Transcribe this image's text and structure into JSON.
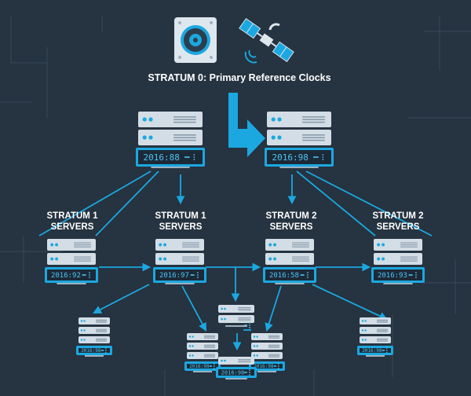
{
  "title": "STRATUM 0: Primary Reference Clocks",
  "labels": [
    {
      "line1": "STRATUM 1",
      "line2": "SERVERS"
    },
    {
      "line1": "STRATUM 1",
      "line2": "SERVERS"
    },
    {
      "line1": "STRATUM 2",
      "line2": "SERVERS"
    },
    {
      "line1": "STRATUM 2",
      "line2": "SERVERS"
    }
  ],
  "displays": {
    "stratum0_left": "2016:88",
    "stratum0_right": "2016:98",
    "tier_1a": "2016:92",
    "tier_1b": "2016:97",
    "tier_2a": "2016:58",
    "tier_2b": "2016:93",
    "bottom_left": "2016:98",
    "bottom_right": "2016:98",
    "cluster_left": "2016:98",
    "cluster_right": "2016:98",
    "cluster_center": "2016:98"
  },
  "colors": {
    "background": "#263340",
    "accent": "#1ba8e0",
    "server_body": "#d3dde6",
    "display": "#1c2a38"
  },
  "icons": [
    "atomic-clock-icon",
    "satellite-icon"
  ]
}
